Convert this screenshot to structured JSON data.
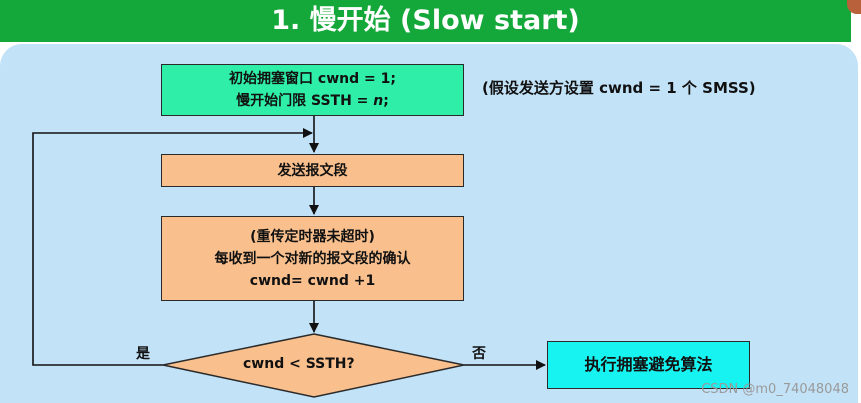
{
  "header": {
    "title": "1. 慢开始 (Slow start)"
  },
  "flow": {
    "init": {
      "line1": "初始拥塞窗口 cwnd = 1;",
      "line2_prefix": "慢开始门限 SSTH = ",
      "line2_var": "n",
      "line2_suffix": ";"
    },
    "note": "(假设发送方设置 cwnd = 1 个 SMSS)",
    "send": "发送报文段",
    "ack": {
      "line1": "(重传定时器未超时)",
      "line2": "每收到一个对新的报文段的确认",
      "line3": "cwnd= cwnd +1"
    },
    "decision": "cwnd < SSTH?",
    "yes_label": "是",
    "no_label": "否",
    "avoid": "执行拥塞避免算法"
  },
  "colors": {
    "header": "#14a83a",
    "panel": "#c2e2f7",
    "init_box": "#2fefa8",
    "process_box": "#f9c08e",
    "end_box": "#17f3f0"
  },
  "watermark": "CSDN @m0_74048048"
}
